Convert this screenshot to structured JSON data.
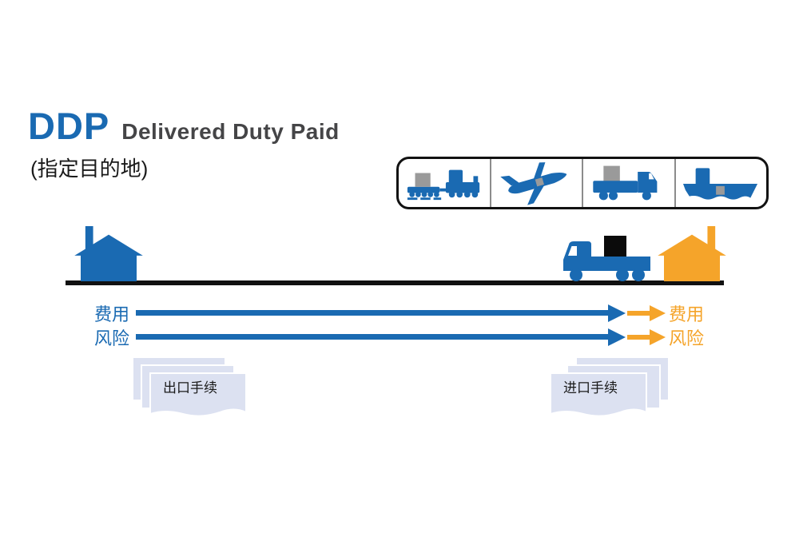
{
  "title": {
    "abbr": "DDP",
    "full": "Delivered Duty Paid",
    "subtitle": "(指定目的地)"
  },
  "colors": {
    "blue": "#1a6ab2",
    "dark": "#454547",
    "orange": "#f5a42a",
    "cargo": "#9a9a9a",
    "paper": "#dce1f1",
    "ink": "#1a1a1a",
    "line": "#111111",
    "divider": "#8c8c8c"
  },
  "transport_modes": [
    {
      "name": "train",
      "icon": "train-icon"
    },
    {
      "name": "plane",
      "icon": "plane-icon"
    },
    {
      "name": "truck",
      "icon": "truck-icon"
    },
    {
      "name": "ship",
      "icon": "ship-icon"
    }
  ],
  "scene": {
    "origin": "seller-factory",
    "vehicle": "delivery-truck-with-cargo",
    "destination": "named-destination-building"
  },
  "arrows": {
    "rows": [
      {
        "name": "costs",
        "left": "费用",
        "right": "费用"
      },
      {
        "name": "risk",
        "left": "风险",
        "right": "风险"
      }
    ]
  },
  "documents": {
    "export_label": "出口手续",
    "import_label": "进口手续"
  }
}
